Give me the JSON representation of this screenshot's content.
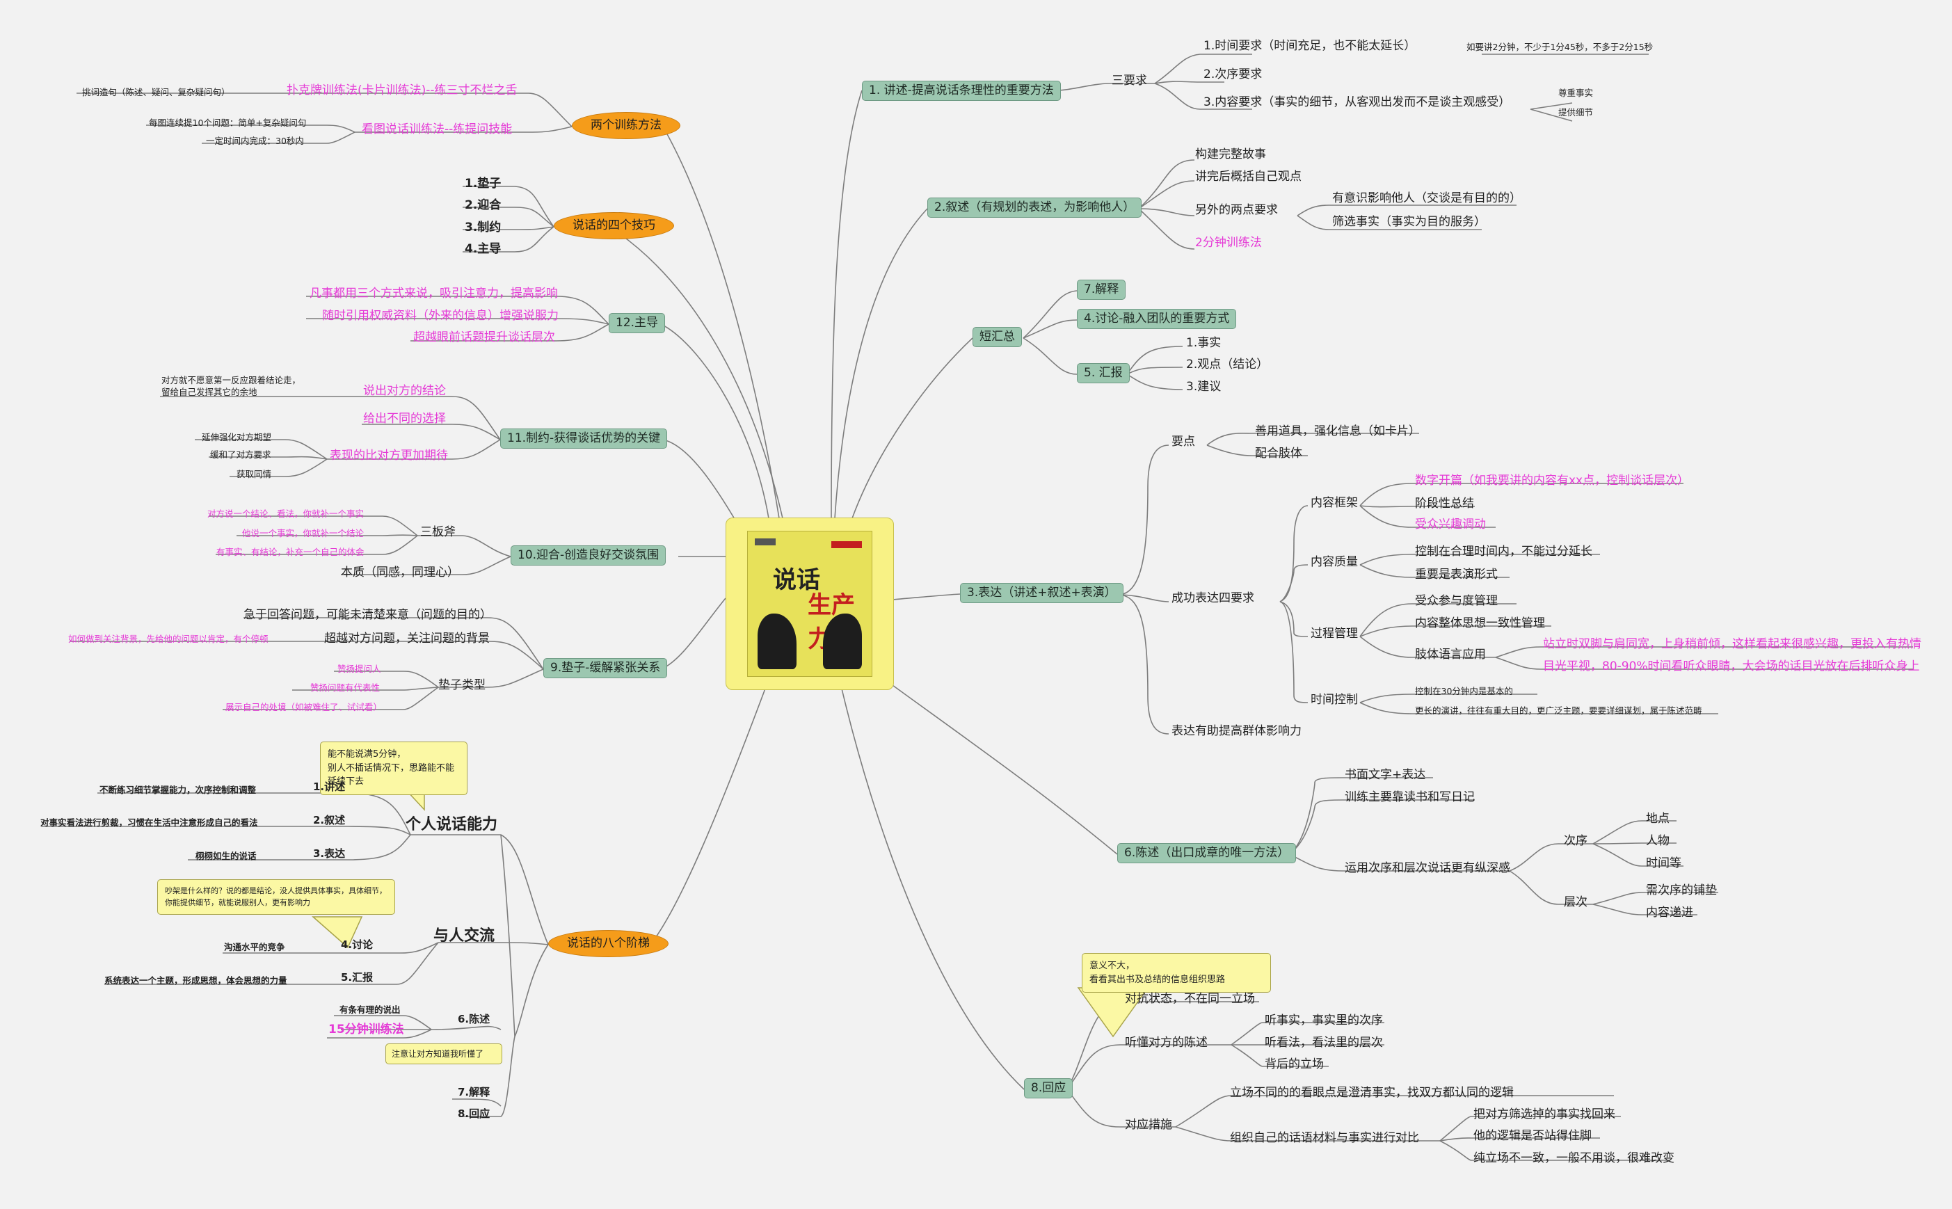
{
  "center": {
    "title_a": "说话",
    "title_b": "生产力"
  },
  "r1": {
    "label": "1. 讲述-提高说话条理性的重要方法",
    "sub": "三要求",
    "i1": "1.时间要求（时间充足，也不能太延长）",
    "i1note": "如要讲2分钟，不少于1分45秒，不多于2分15秒",
    "i2": "2.次序要求",
    "i3": "3.内容要求（事实的细节，从客观出发而不是谈主观感受）",
    "i3a": "尊重事实",
    "i3b": "提供细节"
  },
  "r2": {
    "label": "2.叙述（有规划的表述，为影响他人）",
    "i1": "构建完整故事",
    "i2": "讲完后概括自己观点",
    "i3": "另外的两点要求",
    "i3a": "有意识影响他人（交谈是有目的的）",
    "i3b": "筛选事实（事实为目的服务）",
    "i4": "2分钟训练法"
  },
  "rs": {
    "label": "短汇总",
    "i1": "7.解释",
    "i2": "4.讨论-融入团队的重要方式",
    "i3": "5. 汇报",
    "r1": "1.事实",
    "r2": "2.观点（结论）",
    "r3": "3.建议"
  },
  "r3": {
    "label": "3.表达（讲述+叙述+表演）",
    "points": "要点",
    "p1": "善用道具，强化信息（如卡片）",
    "p2": "配合肢体",
    "four": "成功表达四要求",
    "f": "内容框架",
    "f1": "数字开篇（如我要讲的内容有xx点，控制谈话层次）",
    "f2": "阶段性总结",
    "f3": "受众兴趣调动",
    "q": "内容质量",
    "q1": "控制在合理时间内，不能过分延长",
    "q2": "重要是表演形式",
    "m": "过程管理",
    "m1": "受众参与度管理",
    "m2": "内容整体思想一致性管理",
    "m3": "肢体语言应用",
    "m3a": "站立时双脚与肩同宽，上身稍前倾，这样看起来很感兴趣，更投入有热情",
    "m3b": "目光平视，80-90%时间看听众眼睛，大会场的话目光放在后排听众身上",
    "tm": "时间控制",
    "t1": "控制在30分钟内是基本的",
    "t2": "更长的演讲，往往有重大目的，更广泛主题，要要详细谋划，属于陈述范畴",
    "inf": "表达有助提高群体影响力"
  },
  "r6": {
    "label": "6.陈述（出口成章的唯一方法）",
    "i1": "书面文字+表达",
    "i2": "训练主要靠读书和写日记",
    "i3": "运用次序和层次说话更有纵深感",
    "o": "次序",
    "o1": "地点",
    "o2": "人物",
    "o3": "时间等",
    "l": "层次",
    "l1": "需次序的铺垫",
    "l2": "内容递进"
  },
  "r8": {
    "label": "8.回应",
    "note1": "意义不大，",
    "note2": "看看其出书及总结的信息组织思路",
    "i1": "对抗状态，不在同一立场",
    "i2": "听懂对方的陈述",
    "i2a": "听事实，事实里的次序",
    "i2b": "听看法，看法里的层次",
    "i2c": "背后的立场",
    "i3": "对应措施",
    "i3a": "立场不同的的看眼点是澄清事实，找双方都认同的逻辑",
    "i3b": "组织自己的话语材料与事实进行对比",
    "b1": "把对方筛选掉的事实找回来",
    "b2": "他的逻辑是否站得住脚",
    "b3": "纯立场不一致，一般不用谈，很难改变"
  },
  "l1": {
    "label": "两个训练方法",
    "i1": "扑克牌训练法(卡片训练法)--练三寸不烂之舌",
    "i1n": "挑词造句（陈述、疑问、复杂疑问句）",
    "i2": "看图说话训练法--练提问技能",
    "i2a": "每图连续提10个问题：简单+复杂疑问句",
    "i2b": "一定时间内完成：30秒内"
  },
  "l2": {
    "label": "说话的四个技巧",
    "i1": "1.垫子",
    "i2": "2.迎合",
    "i3": "3.制约",
    "i4": "4.主导"
  },
  "l3": {
    "label": "12.主导",
    "i1": "凡事都用三个方式来说，吸引注意力，提高影响",
    "i2": "随时引用权威资料（外来的信息）增强说服力",
    "i3": "超越眼前话题提升谈话层次"
  },
  "l4": {
    "label": "11.制约-获得谈话优势的关键",
    "i1": "说出对方的结论",
    "i1a": "对方就不愿意第一反应跟着结论走，",
    "i1b": "留给自己发挥其它的余地",
    "i2": "给出不同的选择",
    "i3": "表现的比对方更加期待",
    "i3a": "延伸强化对方期望",
    "i3b": "缓和了对方要求",
    "i3c": "获取同情"
  },
  "l5": {
    "label": "10.迎合-创造良好交谈氛围",
    "axe": "三板斧",
    "a1": "对方说一个结论、看法，你就补一个事实",
    "a2": "他说一个事实，你就补一个结论",
    "a3": "有事实、有结论，补充一个自己的体会",
    "ess": "本质（同感，同理心）"
  },
  "l6": {
    "label": "9.垫子-缓解紧张关系",
    "i1": "急于回答问题，可能未清楚来意（问题的目的）",
    "i2": "超越对方问题，关注问题的背景",
    "i2n": "如何做到关注背景，先给他的问题以肯定，有个停顿",
    "ty": "垫子类型",
    "t1": "赞扬提问人",
    "t2": "赞扬问题有代表性",
    "t3": "展示自己的处境（如被难住了、试试看）"
  },
  "l7": {
    "label": "说话的八个阶梯",
    "c1a": "能不能说满5分钟，",
    "c1b": "别人不插话情况下，思路能不能延续下去",
    "personal": "个人说话能力",
    "p1": "1.讲述",
    "p1n": "不断练习细节掌握能力，次序控制和调整",
    "p2": "2.叙述",
    "p2n": "对事实看法进行剪裁，习惯在生活中注意形成自己的看法",
    "p3": "3.表达",
    "p3n": "栩栩如生的说话",
    "c2a": "吵架是什么样的？说的都是结论，没人提供具体事实，具体细节，",
    "c2b": "你能提供细节，就能说服别人，更有影响力",
    "interact": "与人交流",
    "p4": "4.讨论",
    "p4n": "沟通水平的竞争",
    "p5": "5.汇报",
    "p5n": "系统表达一个主题，形成思想，体会思想的力量",
    "p6": "6.陈述",
    "p6n": "有条有理的说出",
    "p6m": "15分钟训练法",
    "c3": "注意让对方知道我听懂了",
    "p7": "7.解释",
    "p8": "8.回应"
  }
}
